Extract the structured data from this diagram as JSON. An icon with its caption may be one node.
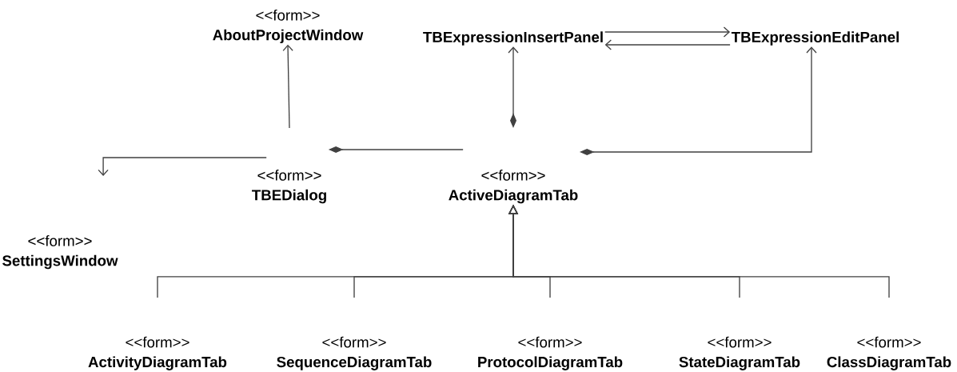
{
  "diagram": {
    "nodes": [
      {
        "text": [
          "<<form>>",
          "AboutProjectWindow"
        ]
      },
      {
        "text": [
          "TBExpressionInsertPanel"
        ]
      },
      {
        "text": [
          "TBExpressionEditPanel"
        ]
      },
      {
        "text": [
          "<<form>>",
          "TBEDialog"
        ]
      },
      {
        "text": [
          "<<form>>",
          "ActiveDiagramTab"
        ]
      },
      {
        "text": [
          "<<form>>",
          "SettingsWindow"
        ]
      },
      {
        "text": [
          "<<form>>",
          "ActivityDiagramTab"
        ]
      },
      {
        "text": [
          "<<form>>",
          "SequenceDiagramTab"
        ]
      },
      {
        "text": [
          "<<form>>",
          "ProtocolDiagramTab"
        ]
      },
      {
        "text": [
          "<<form>>",
          "StateDiagramTab"
        ]
      },
      {
        "text": [
          "<<form>>",
          "ClassDiagramTab"
        ]
      }
    ],
    "edges": [
      {
        "from": 3,
        "to": 0,
        "arrow": "to"
      },
      {
        "from": 4,
        "to": 1,
        "arrow": "to"
      },
      {
        "from": 1,
        "to": 2,
        "arrow": "to"
      },
      {
        "from": 2,
        "to": 1,
        "arrow": "to"
      },
      {
        "from": 4,
        "to": 2,
        "arrow": "to"
      },
      {
        "from": 3,
        "to": 4,
        "arrow": "other"
      },
      {
        "from": 3,
        "to": 5,
        "arrow": "to"
      },
      {
        "from": 6,
        "to": 4,
        "arrow": "to"
      },
      {
        "from": 7,
        "to": 4,
        "arrow": "to"
      },
      {
        "from": 8,
        "to": 4,
        "arrow": "to"
      },
      {
        "from": 9,
        "to": 4,
        "arrow": "to"
      },
      {
        "from": 10,
        "to": 4,
        "arrow": "to"
      }
    ]
  }
}
